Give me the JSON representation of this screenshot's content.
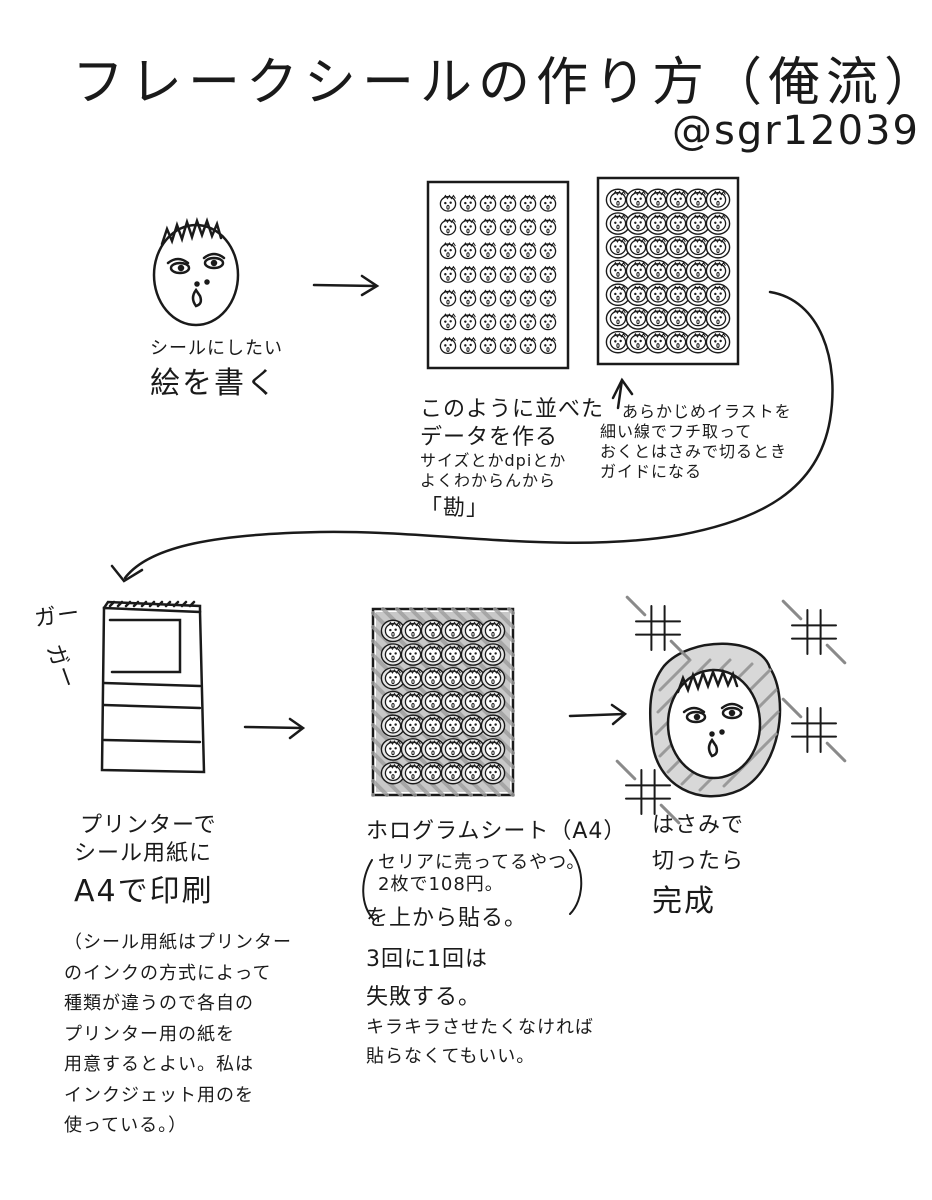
{
  "title": "フレークシールの作り方（俺流）",
  "author": "@sgr12039",
  "step_draw": {
    "line1": "シールにしたい",
    "line2": "絵を書く"
  },
  "step_data": {
    "line1": "このように並べた",
    "line2": "データを作る",
    "line3": "サイズとかdpiとか",
    "line4": "よくわからんから",
    "line5": "「勘」"
  },
  "step_outline": {
    "line1": "あらかじめイラストを",
    "line2": "細い線でフチ取って",
    "line3": "おくとはさみで切るとき",
    "line4": "ガイドになる"
  },
  "printer_sfx": {
    "line1": "ガー",
    "line2": "ガー"
  },
  "step_print": {
    "line1": "プリンターで",
    "line2": "シール用紙に",
    "line3": "A4で印刷",
    "note1": "（シール用紙はプリンター",
    "note2": "のインクの方式によって",
    "note3": "種類が違うので各自の",
    "note4": "プリンター用の紙を",
    "note5": "用意するとよい。私は",
    "note6": "インクジェット用のを",
    "note7": "使っている。）"
  },
  "step_hologram": {
    "line1": "ホログラムシート（A4）",
    "aside1": "セリアに売ってるやつ。",
    "aside2": "2枚で108円。",
    "line2": "を上から貼る。",
    "line3": "3回に1回は",
    "line4": "失敗する。",
    "line5": "キラキラさせたくなければ",
    "line6": "貼らなくてもいい。"
  },
  "step_cut": {
    "line1": "はさみで",
    "line2": "切ったら",
    "line3": "完成"
  },
  "sheets": {
    "rows": 7,
    "cols": 6
  },
  "colors": {
    "ink": "#1a1a1a",
    "paper": "#ffffff",
    "hologram_gray": "#c8c8c8"
  }
}
